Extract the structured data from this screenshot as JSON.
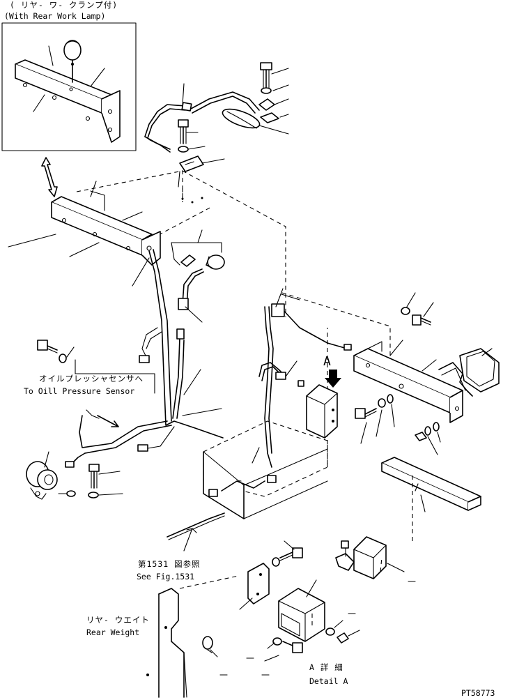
{
  "inset": {
    "title_jp": "( リヤ- ワ- クランプ付)",
    "title_en": "(With Rear Work Lamp)"
  },
  "labels": {
    "oil_sensor_jp": "オイルプレッシャセンサへ",
    "oil_sensor_en": "To Oill Pressure Sensor",
    "see_fig_jp": "第1531 図参照",
    "see_fig_en": "See Fig.1531",
    "rear_weight_jp": "リヤ- ウエイト",
    "rear_weight_en": "Rear Weight",
    "view_marker": "A",
    "detail_jp": "A  詳 細",
    "detail_en": "Detail A",
    "figure_code": "PT58773"
  }
}
